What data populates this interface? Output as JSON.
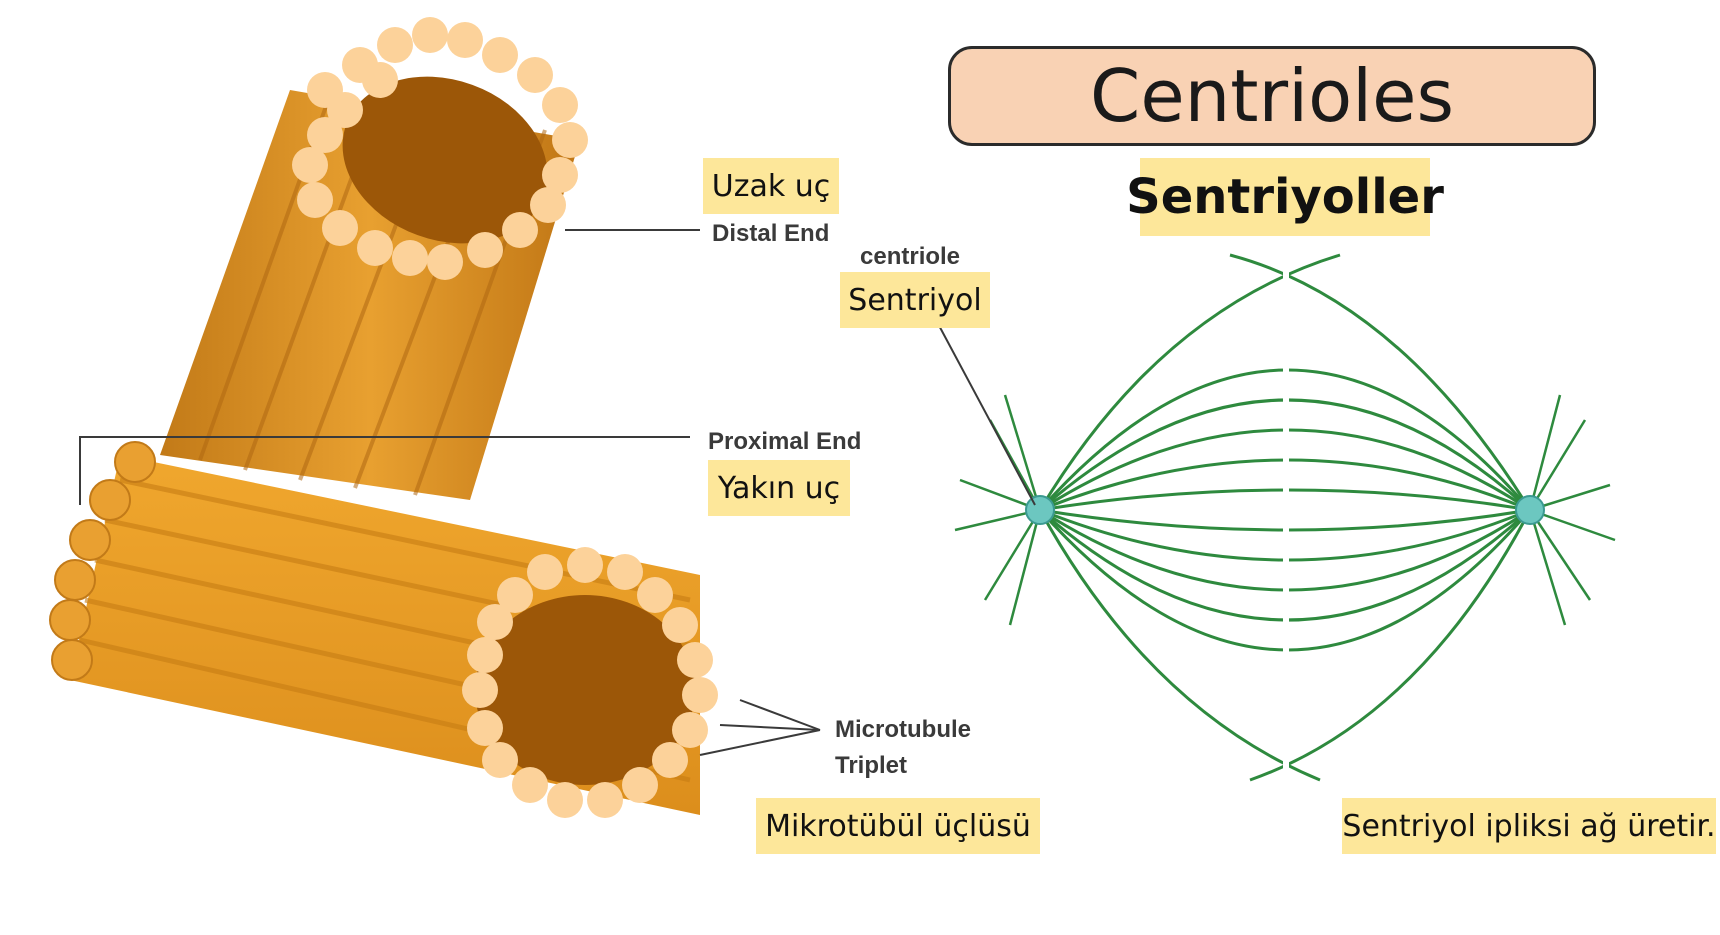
{
  "title": "Centrioles",
  "labels": {
    "subtitle": "Sentriyoller",
    "distal_tr": "Uzak uç",
    "distal_en": "Distal End",
    "proximal_en": "Proximal End",
    "proximal_tr": "Yakın uç",
    "centriole_en": "centriole",
    "centriole_tr": "Sentriyol",
    "microtubule_en_1": "Microtubule",
    "microtubule_en_2": "Triplet",
    "microtubule_tr": "Mikrotübül üçlüsü",
    "spindle_tr": "Sentriyol ipliksi ağ üretir."
  },
  "colors": {
    "cylinder": "#e39a2a",
    "cylinder_dark": "#b56a12",
    "tubule": "#fcd29a",
    "spindle": "#2e8a3e",
    "centrosome": "#6cc7c0",
    "label_bg": "#fde79a",
    "title_bg": "#f9d2b4"
  }
}
